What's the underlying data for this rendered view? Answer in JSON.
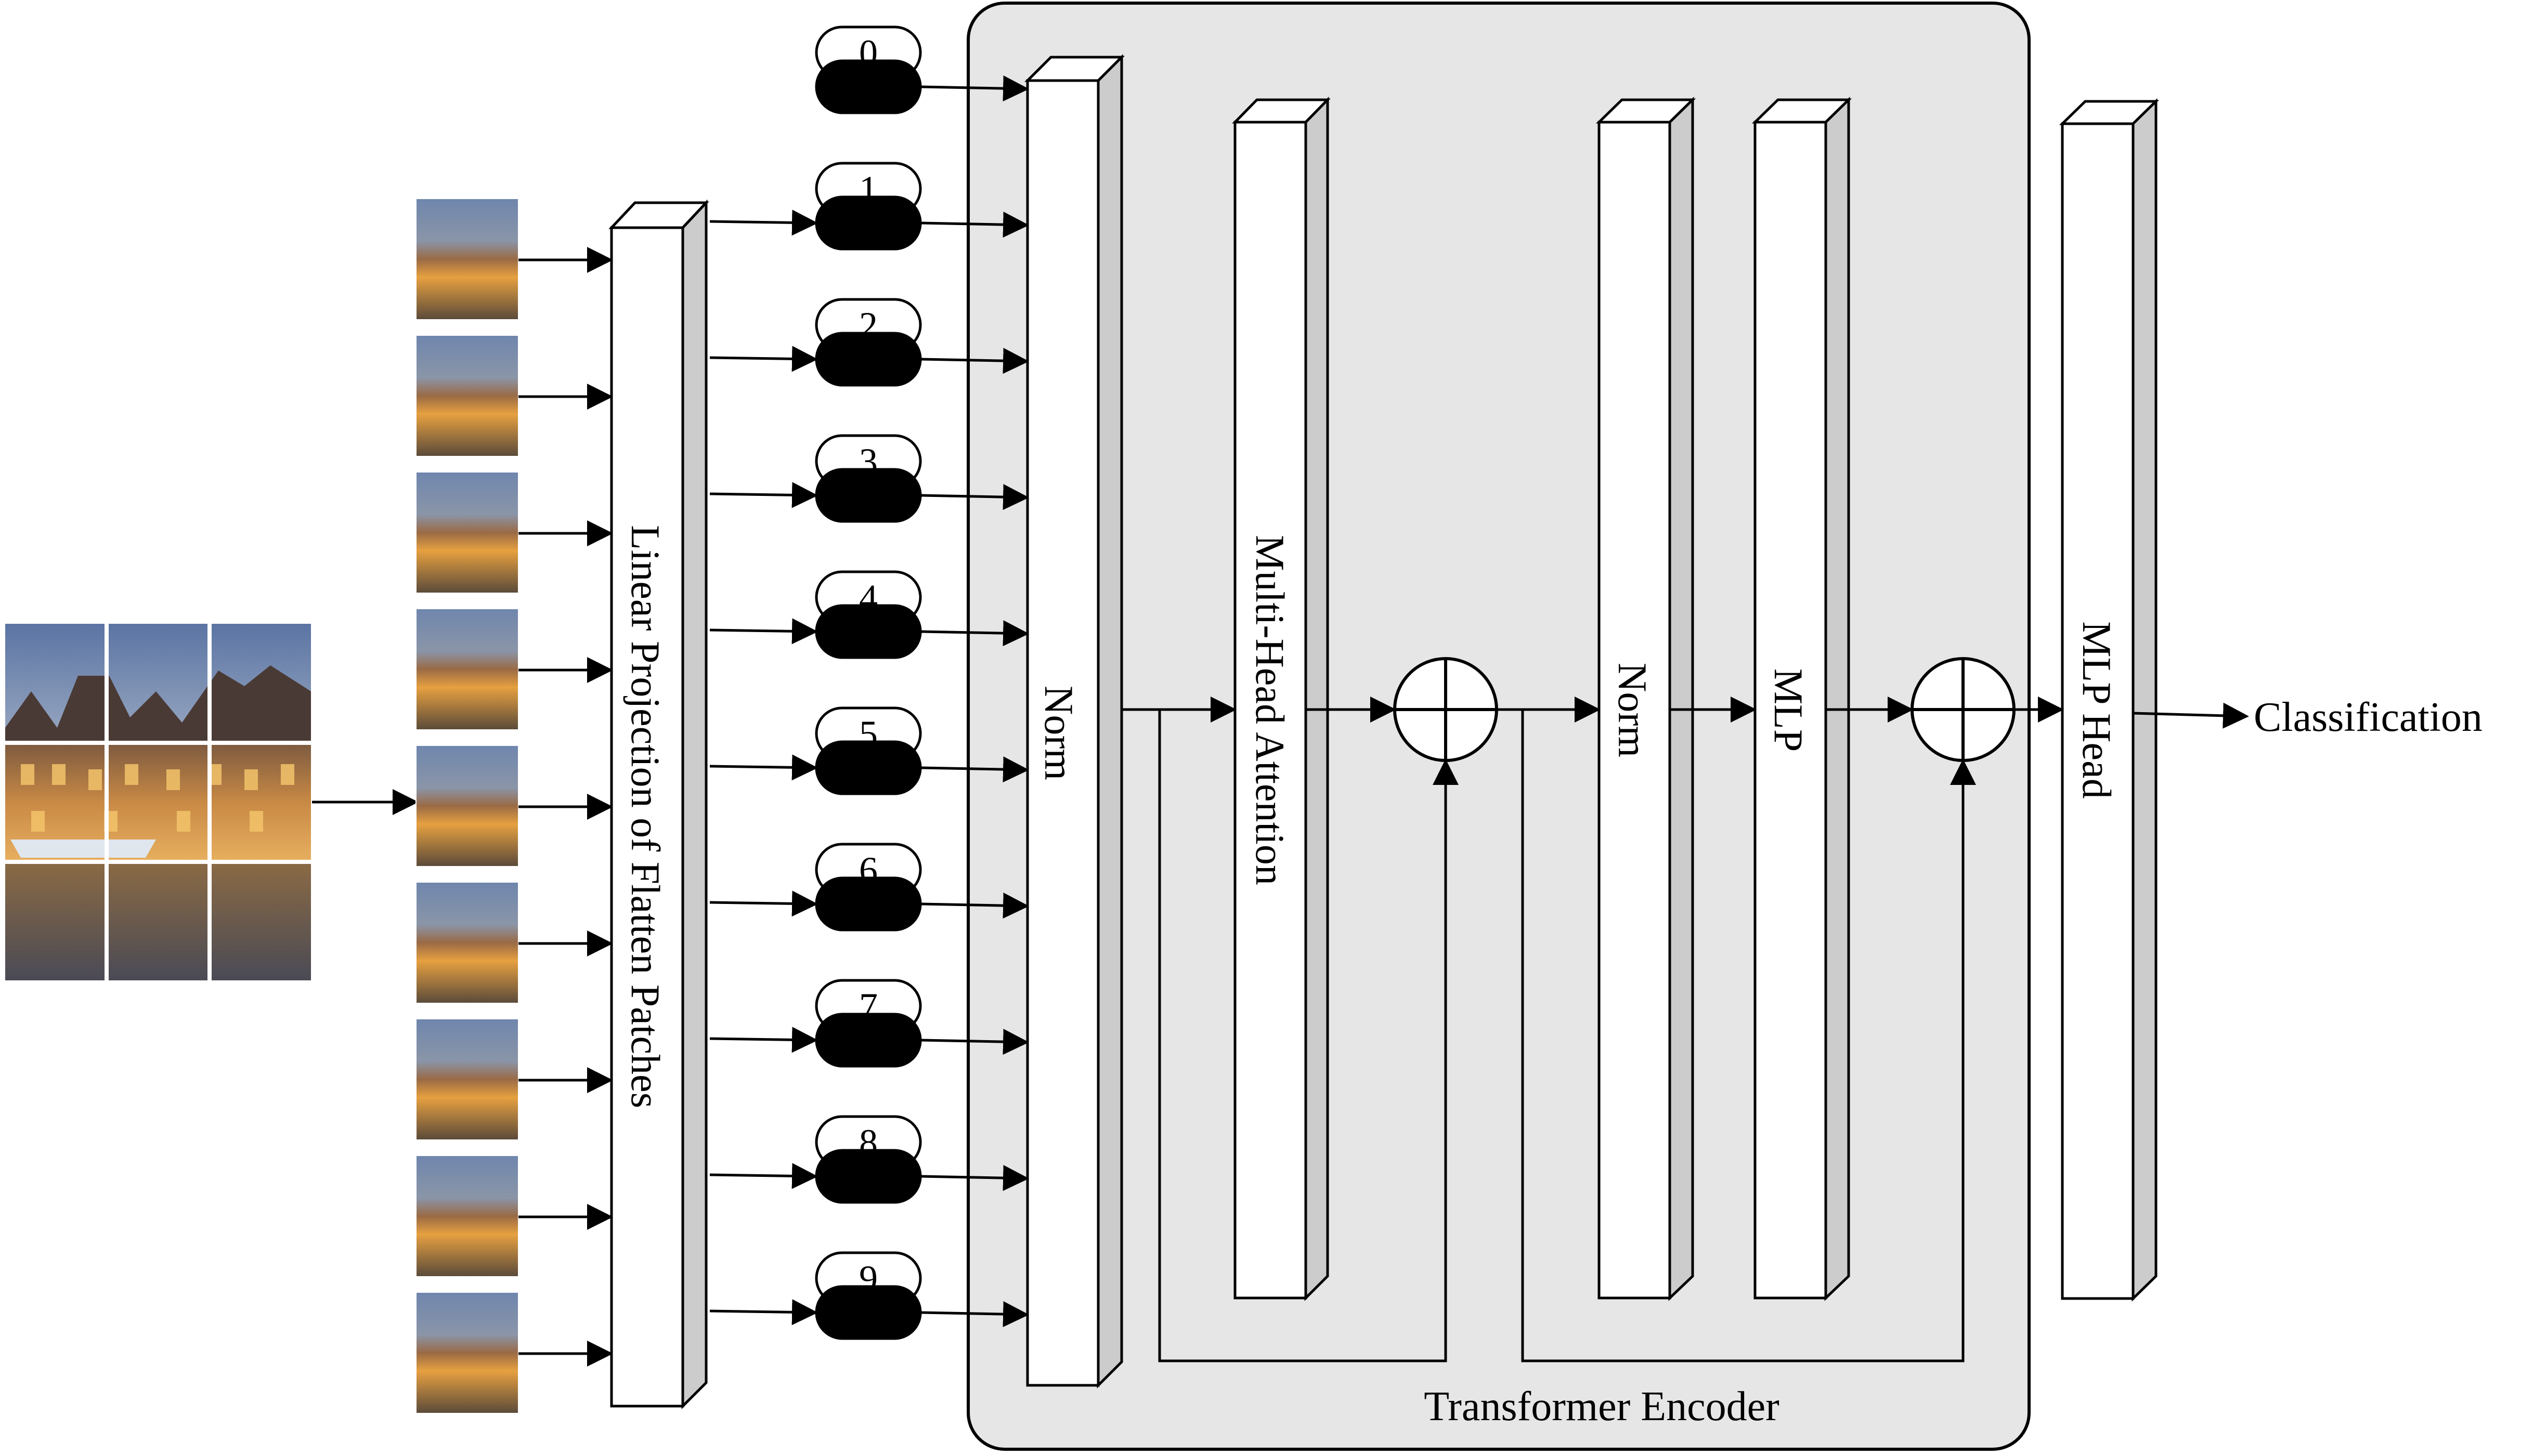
{
  "blocks": {
    "linear_projection": "Linear Projection of Flatten Patches",
    "norm_1": "Norm",
    "attention": "Multi-Head Attention",
    "norm_2": "Norm",
    "mlp": "MLP",
    "mlp_head": "MLP Head"
  },
  "encoder_label": "Transformer Encoder",
  "output_label": "Classification",
  "position_tokens": [
    "0",
    "1",
    "2",
    "3",
    "4",
    "5",
    "6",
    "7",
    "8",
    "9"
  ],
  "colors": {
    "encoder_bg": "#e6e6e6",
    "block_face": "#ffffff",
    "block_side": "#cccccc",
    "token_dark": "#000000",
    "sky": "#6f86ad",
    "building": "#9a6a45",
    "light": "#e6a040",
    "water": "#5a4a3a"
  }
}
